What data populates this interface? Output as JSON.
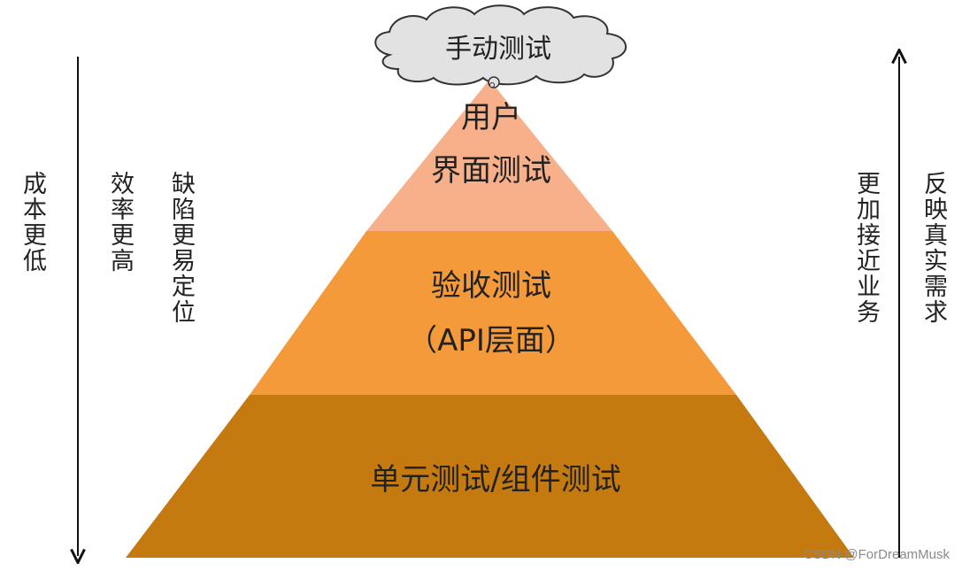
{
  "cloud": {
    "label": "手动测试",
    "fill": "#e2e2e2"
  },
  "pyramid": {
    "top": {
      "lines": [
        "用户",
        "界面测试"
      ],
      "color": "#f7b08a"
    },
    "middle": {
      "lines": [
        "验收测试",
        "（API层面）"
      ],
      "color": "#f59a3a"
    },
    "bottom": {
      "label": "单元测试/组件测试",
      "color": "#c57a10"
    }
  },
  "left_axis": {
    "arrow_direction": "down",
    "labels": [
      "成本更低",
      "效率更高",
      "缺陷更易定位"
    ]
  },
  "right_axis": {
    "arrow_direction": "up",
    "labels": [
      "更加接近业务",
      "反映真实需求"
    ]
  },
  "watermark": "CSDN @ForDreamMusk"
}
